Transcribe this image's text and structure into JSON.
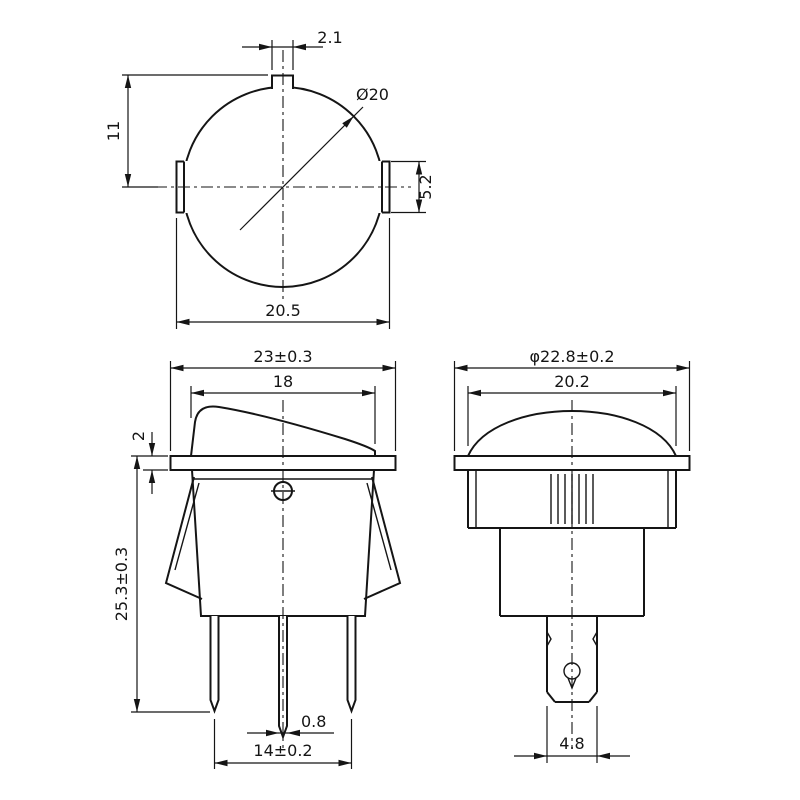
{
  "colors": {
    "background": "#ffffff",
    "line": "#151515"
  },
  "dims": {
    "top": {
      "tab_width": "2.1",
      "diameter": "Ø20",
      "center_to_tab": "11",
      "notch_height": "5.2",
      "overall_width": "20.5"
    },
    "front": {
      "flange_width": "23±0.3",
      "rocker_width": "18",
      "flange_thickness": "2",
      "depth_below_flange": "25.3±0.3",
      "pin_thickness": "0.8",
      "pin_pitch": "14±0.2"
    },
    "side": {
      "flange_diameter": "φ22.8±0.2",
      "body_width": "20.2",
      "terminal_width": "4.8"
    }
  }
}
